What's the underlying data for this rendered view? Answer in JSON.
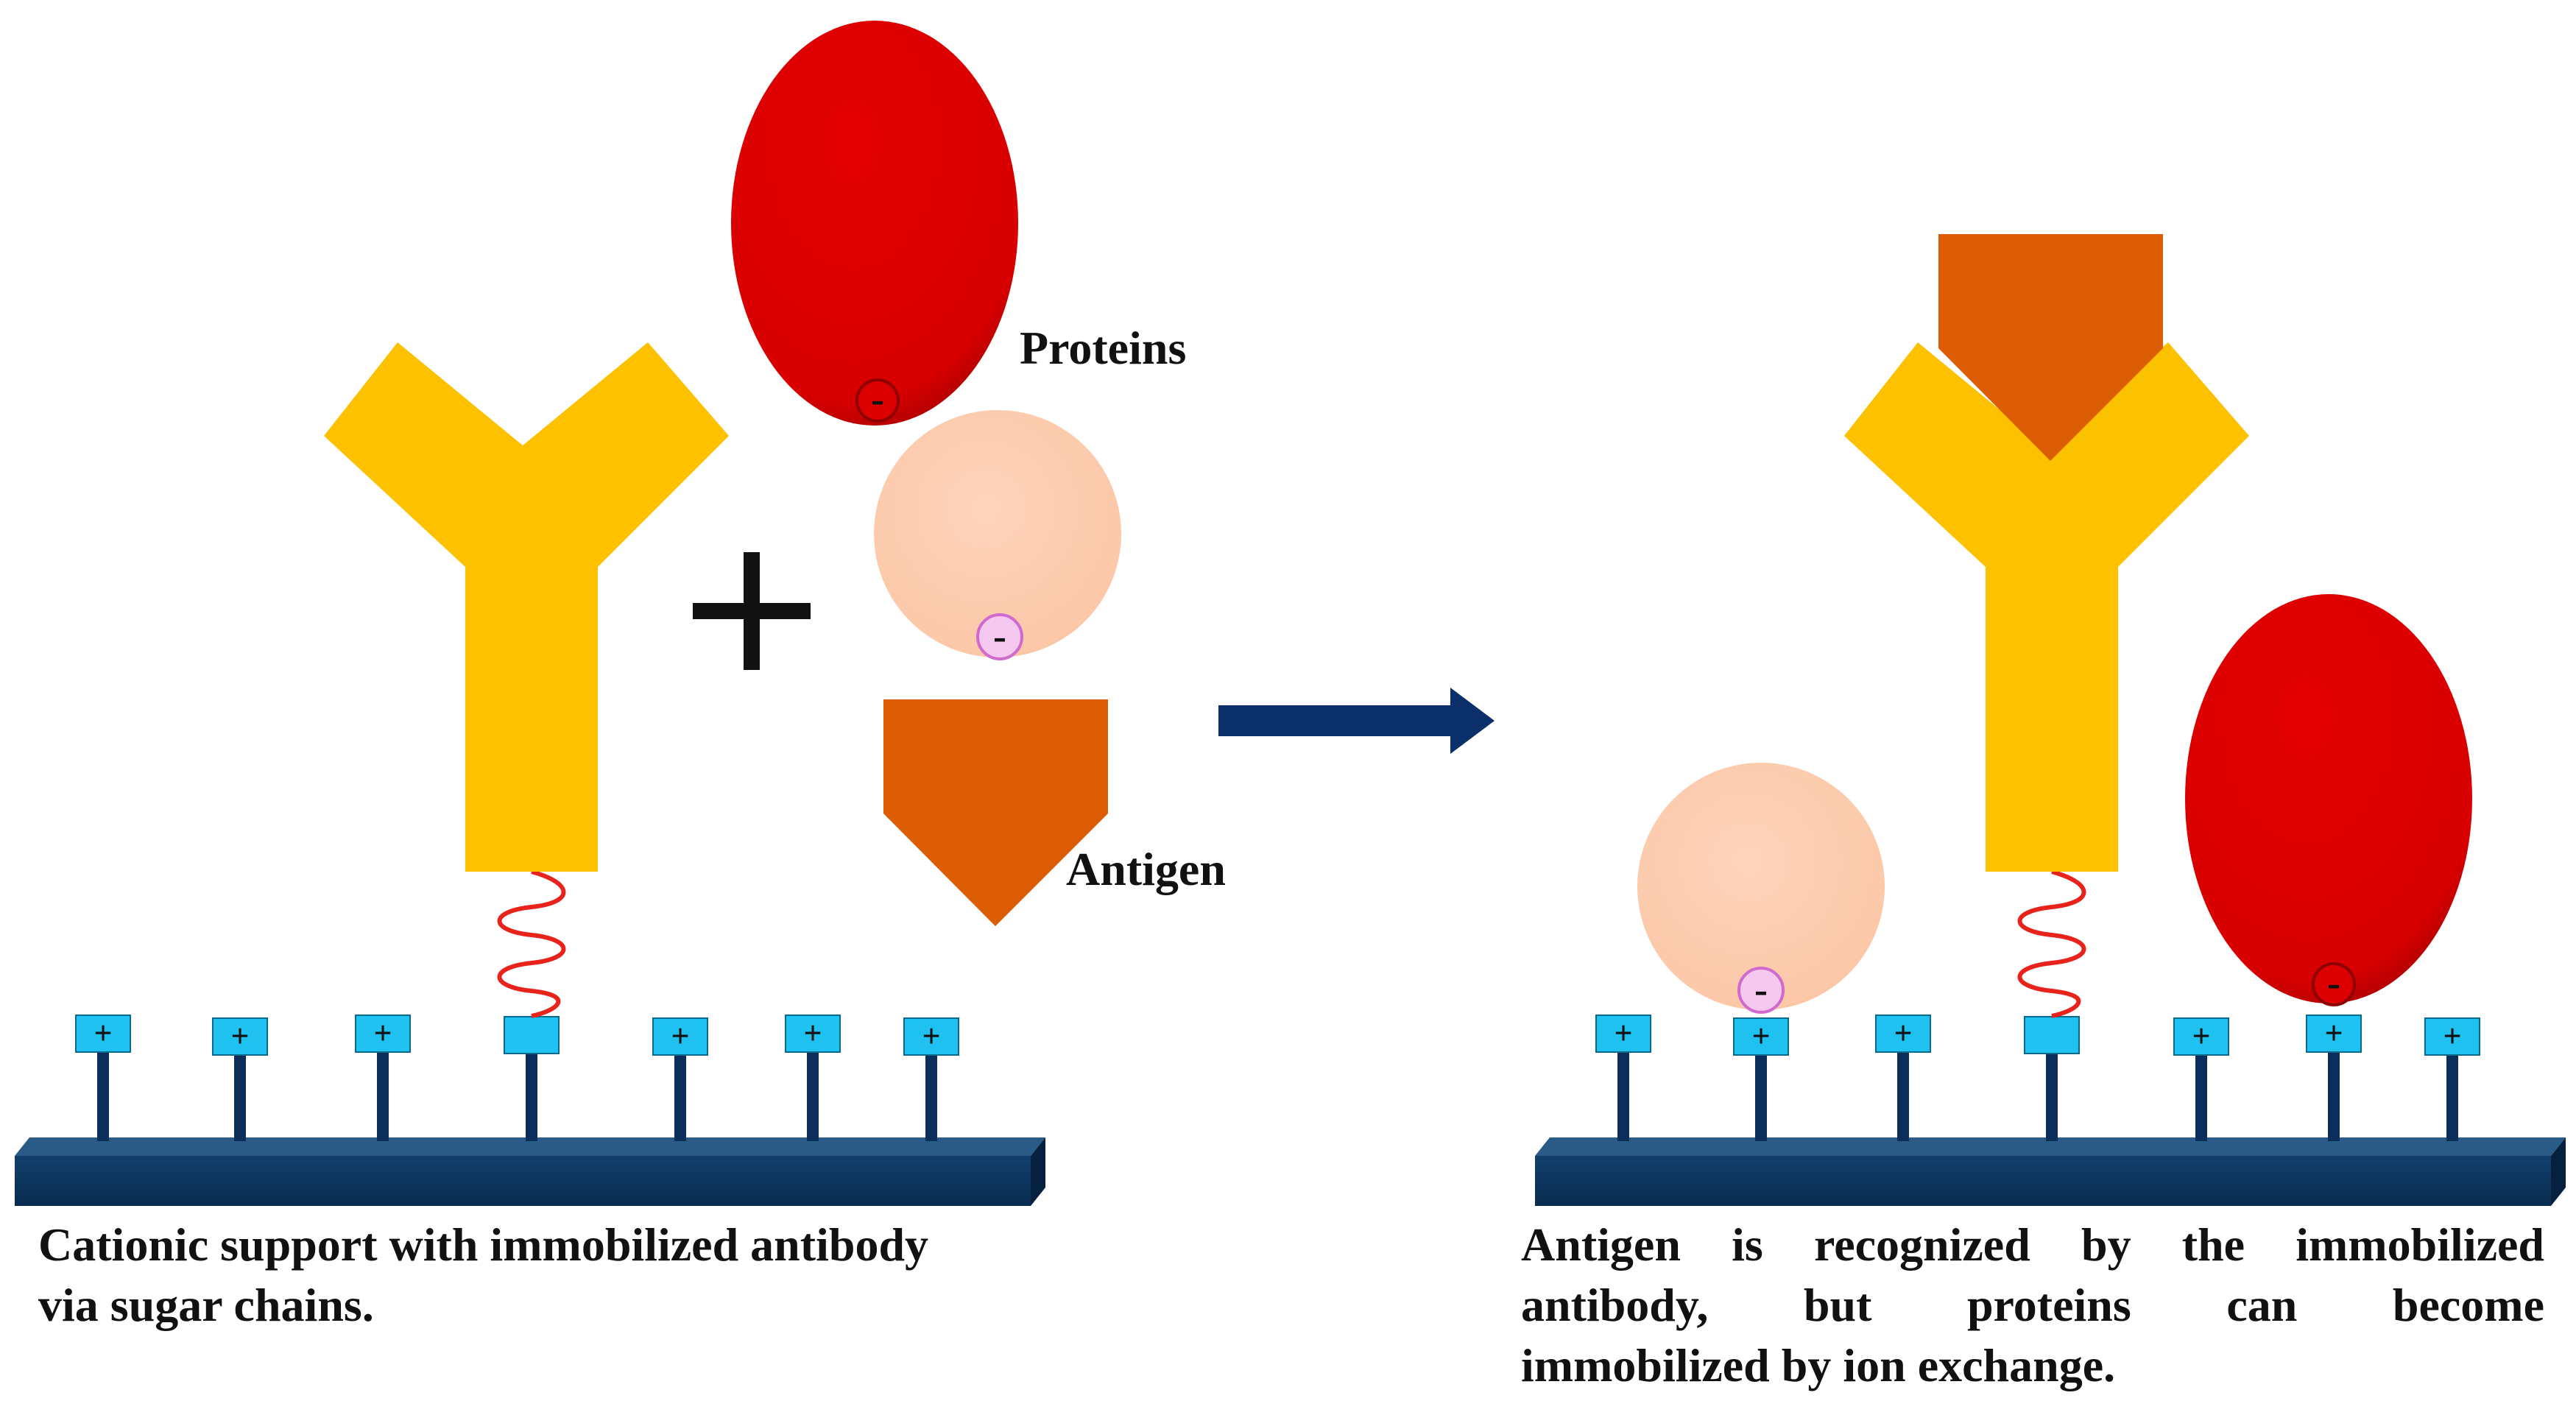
{
  "labels": {
    "proteins": "Proteins",
    "antigen": "Antigen"
  },
  "charges": {
    "positive": "+",
    "negative": "-"
  },
  "captions": {
    "left": [
      "Cationic support with immobilized antibody",
      "via sugar chains."
    ],
    "right": [
      "Antigen is recognized by the immobilized",
      "antibody, but proteins can become",
      "immobilized by ion exchange."
    ]
  },
  "colors": {
    "antibody": "#FDC100",
    "protein_large": "#DD0000",
    "protein_small": "#FDCBAF",
    "antigen": "#DD5D05",
    "support": "#0B365E",
    "post": "#0B2F5A",
    "charge_box": "#1FC1F0",
    "negative_small_bg": "#F5C8F0",
    "linker": "#E8231B",
    "arrow": "#0B2F6A"
  },
  "icons": [
    "antibody-icon",
    "large-protein-icon",
    "small-protein-icon",
    "antigen-icon",
    "sugar-chain-icon",
    "plus-sign-icon",
    "reaction-arrow-icon"
  ]
}
